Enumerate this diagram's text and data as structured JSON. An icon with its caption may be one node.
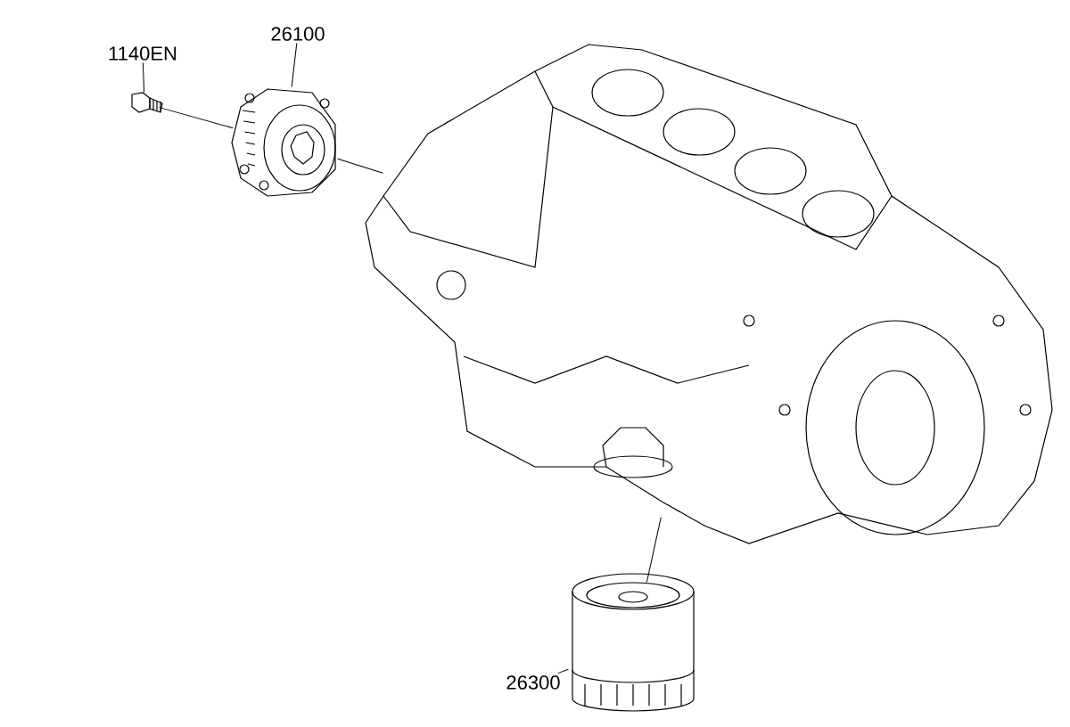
{
  "diagram": {
    "nodes": [
      {
        "text": [
          "1140EN"
        ]
      },
      {
        "text": [],
        "shape": "picture"
      },
      {
        "text": [
          "26100"
        ]
      },
      {
        "text": [],
        "shape": "picture"
      },
      {
        "text": [
          "26300"
        ]
      },
      {
        "text": [],
        "shape": "picture"
      },
      {
        "text": [],
        "shape": "picture"
      }
    ],
    "edges": [
      {
        "from": 0,
        "to": 1,
        "arrow": "none"
      },
      {
        "from": 2,
        "to": 3,
        "arrow": "none"
      },
      {
        "from": 4,
        "to": 5,
        "arrow": "none"
      },
      {
        "from": 1,
        "to": 3,
        "arrow": "none"
      },
      {
        "from": 3,
        "to": 6,
        "arrow": "none"
      },
      {
        "from": 5,
        "to": 6,
        "arrow": "none"
      }
    ]
  }
}
